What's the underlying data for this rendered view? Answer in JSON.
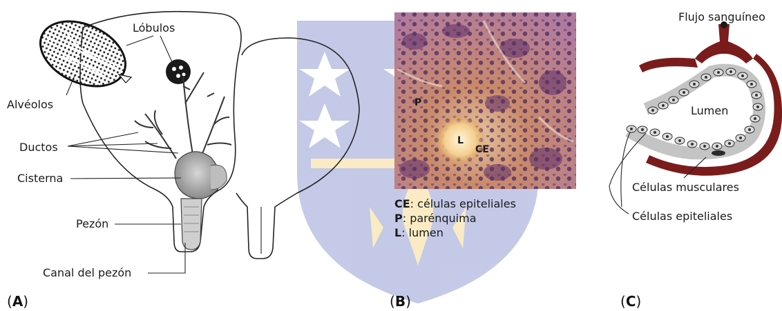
{
  "panel_a": {
    "tag_open": "(",
    "tag_letter": "A",
    "tag_close": ")",
    "labels": {
      "lobulos": "Lóbulos",
      "alveolos": "Alvéolos",
      "ductos": "Ductos",
      "cisterna": "Cisterna",
      "pezon": "Pezón",
      "canal": "Canal del pezón"
    }
  },
  "panel_b": {
    "tag_open": "(",
    "tag_letter": "B",
    "tag_close": ")",
    "image_labels": {
      "p": "P",
      "l": "L",
      "ce": "CE"
    },
    "legend": [
      {
        "key": "CE",
        "text": ": células epiteliales"
      },
      {
        "key": "P",
        "text": ": parénquima"
      },
      {
        "key": "L",
        "text": ": lumen"
      }
    ]
  },
  "panel_c": {
    "tag_open": "(",
    "tag_letter": "C",
    "tag_close": ")",
    "labels": {
      "flujo": "Flujo sanguíneo",
      "lumen": "Lumen",
      "musculares": "Células musculares",
      "epiteliales": "Células epiteliales"
    }
  },
  "colors": {
    "vessel": "#7a1c1c",
    "watermark_blue": "#2a3f9e",
    "watermark_gold": "#e6b23c"
  }
}
